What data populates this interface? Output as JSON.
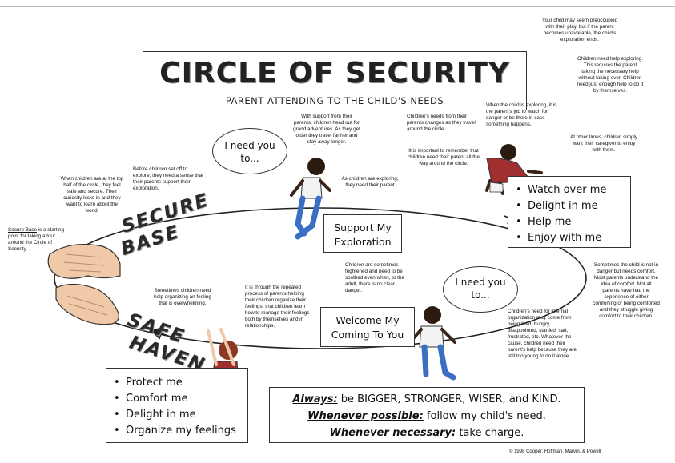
{
  "title": {
    "main": "CIRCLE OF SECURITY",
    "subtitle": "PARENT ATTENDING TO THE CHILD'S NEEDS"
  },
  "labels": {
    "secure_line1": "SECURE",
    "secure_line2": "BASE",
    "safe_line1": "SAFE",
    "safe_line2": "HAVEN"
  },
  "boxes": {
    "support": "Support My Exploration",
    "welcome": "Welcome My Coming To You",
    "top_needs": [
      "Watch over me",
      "Delight in me",
      "Help me",
      "Enjoy with me"
    ],
    "bottom_needs": [
      "Protect me",
      "Comfort me",
      "Delight in me",
      "Organize my feelings"
    ]
  },
  "bubbles": {
    "top": "I need you to...",
    "bottom": "I need you to..."
  },
  "always": {
    "l1_label": "Always:",
    "l1_text": " be BIGGER, STRONGER, WISER, and KIND.",
    "l2_label": "Whenever possible:",
    "l2_text": " follow my child's need.",
    "l3_label": "Whenever necessary:",
    "l3_text": " take charge."
  },
  "notes": {
    "n_preoccupied": "Your child may seem preoccupied with their play, but if the parent becomes unavailable, the child's exploration ends.",
    "n_help_exploring": "Children need help exploring. This requires the parent taking the necessary help without taking over. Children need just enough help to do it by themselves.",
    "n_watch": "When the child is exploring, it is the parent's job to watch for danger or be there in case something happens.",
    "n_other_times": "At other times, children simply want their caregiver to enjoy with them.",
    "n_support": "With support from their parents, children head out for grand adventures. As they get older they travel farther and stay away longer.",
    "n_changes": "Children's needs from their parents changes as they travel around the circle.",
    "n_remember": "It is important to remember that children need their parent all the way around the circle.",
    "n_exploring_need": "As children are exploring, they need their parent",
    "n_before_set_off": "Before children set off to explore, they need a sense that their parents support their exploration.",
    "n_top_half": "When children are at the top half of the circle, they feel safe and secure. Their curiosity kicks in and they want to learn about the world.",
    "n_secure_base_label": "Secure Base",
    "n_secure_base_text": " is a starting point for taking a tour around the Circle of Security",
    "n_frightened": "Children are sometimes frightened and need to be soothed even when, to the adult, there is no clear danger.",
    "n_not_in_danger": "Sometimes the child is not in danger but needs comfort. Most parents understand the idea of comfort. Not all parents have had the experience of either comforting or being comforted and they struggle giving comfort to their children.",
    "n_organizing": "Sometimes children need help organizing an feeling that is overwhelming.",
    "n_repeated": "It is through the repeated process of parents helping their children organize their feelings, that children learn how to manage their feelings both by themselves and in relationships.",
    "n_internal": "Children's need for internal organization may come from being tired, hungry, disappointed, startled, sad, frustrated, etc. Whatever the cause, children need their parent's help because they are still too young to do it alone."
  },
  "copyright": "© 1998 Cooper, Hoffman, Marvin, & Powell",
  "colors": {
    "ink": "#222222",
    "child_skin": "#3a2418",
    "shirt_red": "#a03030",
    "jeans": "#3b6fc4",
    "hand": "#f0c9a8"
  }
}
